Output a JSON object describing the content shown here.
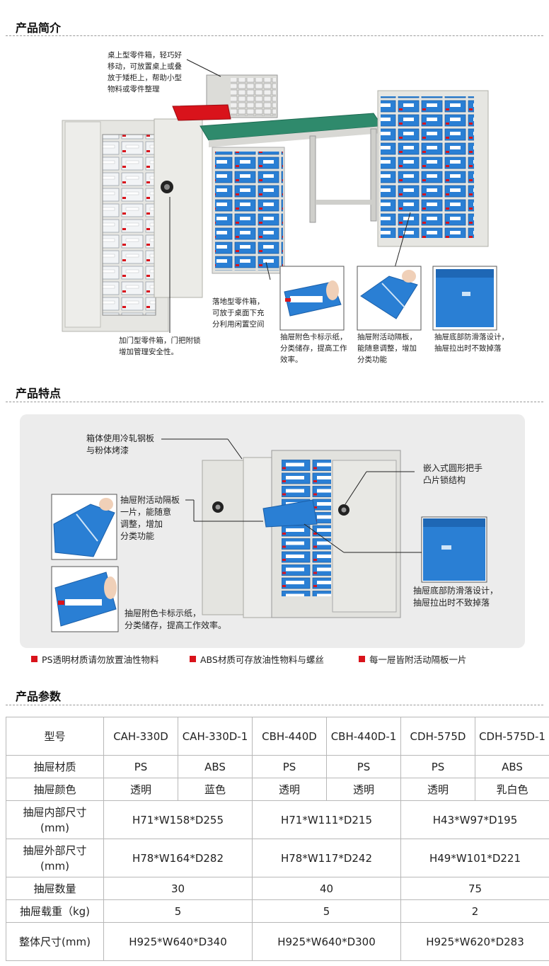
{
  "sections": {
    "intro": "产品简介",
    "features": "产品特点",
    "params": "产品参数"
  },
  "intro_captions": {
    "desktop": "桌上型零件箱，轻巧好\n移动，可放置桌上或叠\n放于矮柜上，帮助小型\n物料或零件整理",
    "floor": "落地型零件箱，\n可放于桌面下充\n分利用闲置空间",
    "door": "加门型零件箱，门把附锁\n增加管理安全性。",
    "label_card": "抽屉附色卡标示纸，\n分类储存，提高工作\n效率。",
    "divider": "抽屉附活动隔板，\n能随意调整，增加\n分类功能",
    "antifall": "抽屉底部防滑落设计，\n抽屉拉出时不致掉落"
  },
  "feature_captions": {
    "steel": "箱体使用冷轧钢板\n与粉体烤漆",
    "handle": "嵌入式圆形把手\n凸片锁结构",
    "divider": "抽屉附活动隔板\n一片，能随意\n调整，增加\n分类功能",
    "antifall": "抽屉底部防滑落设计，\n抽屉拉出时不致掉落",
    "label_card": "抽屉附色卡标示纸，\n分类储存，提高工作效率。"
  },
  "notes": [
    "PS透明材质请勿放置油性物料",
    "ABS材质可存放油性物料与螺丝",
    "每一屉皆附活动隔板一片"
  ],
  "colors": {
    "accent_red": "#d9131b",
    "drawer_blue": "#2a7fd4",
    "cabinet_gray": "#e6e6e2",
    "bench_green": "#2f8a6c"
  },
  "spec": {
    "header_label": "型号",
    "models": [
      "CAH-330D",
      "CAH-330D-1",
      "CBH-440D",
      "CBH-440D-1",
      "CDH-575D",
      "CDH-575D-1"
    ],
    "material_label": "抽屉材质",
    "materials": [
      "PS",
      "ABS",
      "PS",
      "PS",
      "PS",
      "ABS"
    ],
    "color_label": "抽屉颜色",
    "colors": [
      "透明",
      "蓝色",
      "透明",
      "透明",
      "透明",
      "乳白色"
    ],
    "inner_label": "抽屉内部尺寸(mm)",
    "inner": [
      "H71*W158*D255",
      "H71*W111*D215",
      "H43*W97*D195"
    ],
    "outer_label": "抽屉外部尺寸(mm)",
    "outer": [
      "H78*W164*D282",
      "H78*W117*D242",
      "H49*W101*D221"
    ],
    "count_label": "抽屉数量",
    "count": [
      "30",
      "40",
      "75"
    ],
    "load_label": "抽屉载重（kg)",
    "load": [
      "5",
      "5",
      "2"
    ],
    "overall_label": "整体尺寸(mm)",
    "overall": [
      "H925*W640*D340",
      "H925*W640*D300",
      "H925*W620*D283"
    ]
  }
}
